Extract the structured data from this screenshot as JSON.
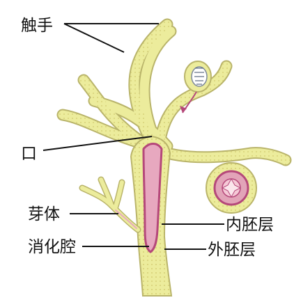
{
  "labels": {
    "tentacle": "触手",
    "mouth": "口",
    "bud": "芽体",
    "digestive_cavity": "消化腔",
    "endoderm": "内胚层",
    "ectoderm": "外胚层"
  },
  "colors": {
    "ectoderm": "#ecec9c",
    "ectoderm_outline": "#b9b46a",
    "endoderm_cavity": "#e7a8bf",
    "cavity_wall": "#b5487a",
    "leader_line": "#111111"
  }
}
